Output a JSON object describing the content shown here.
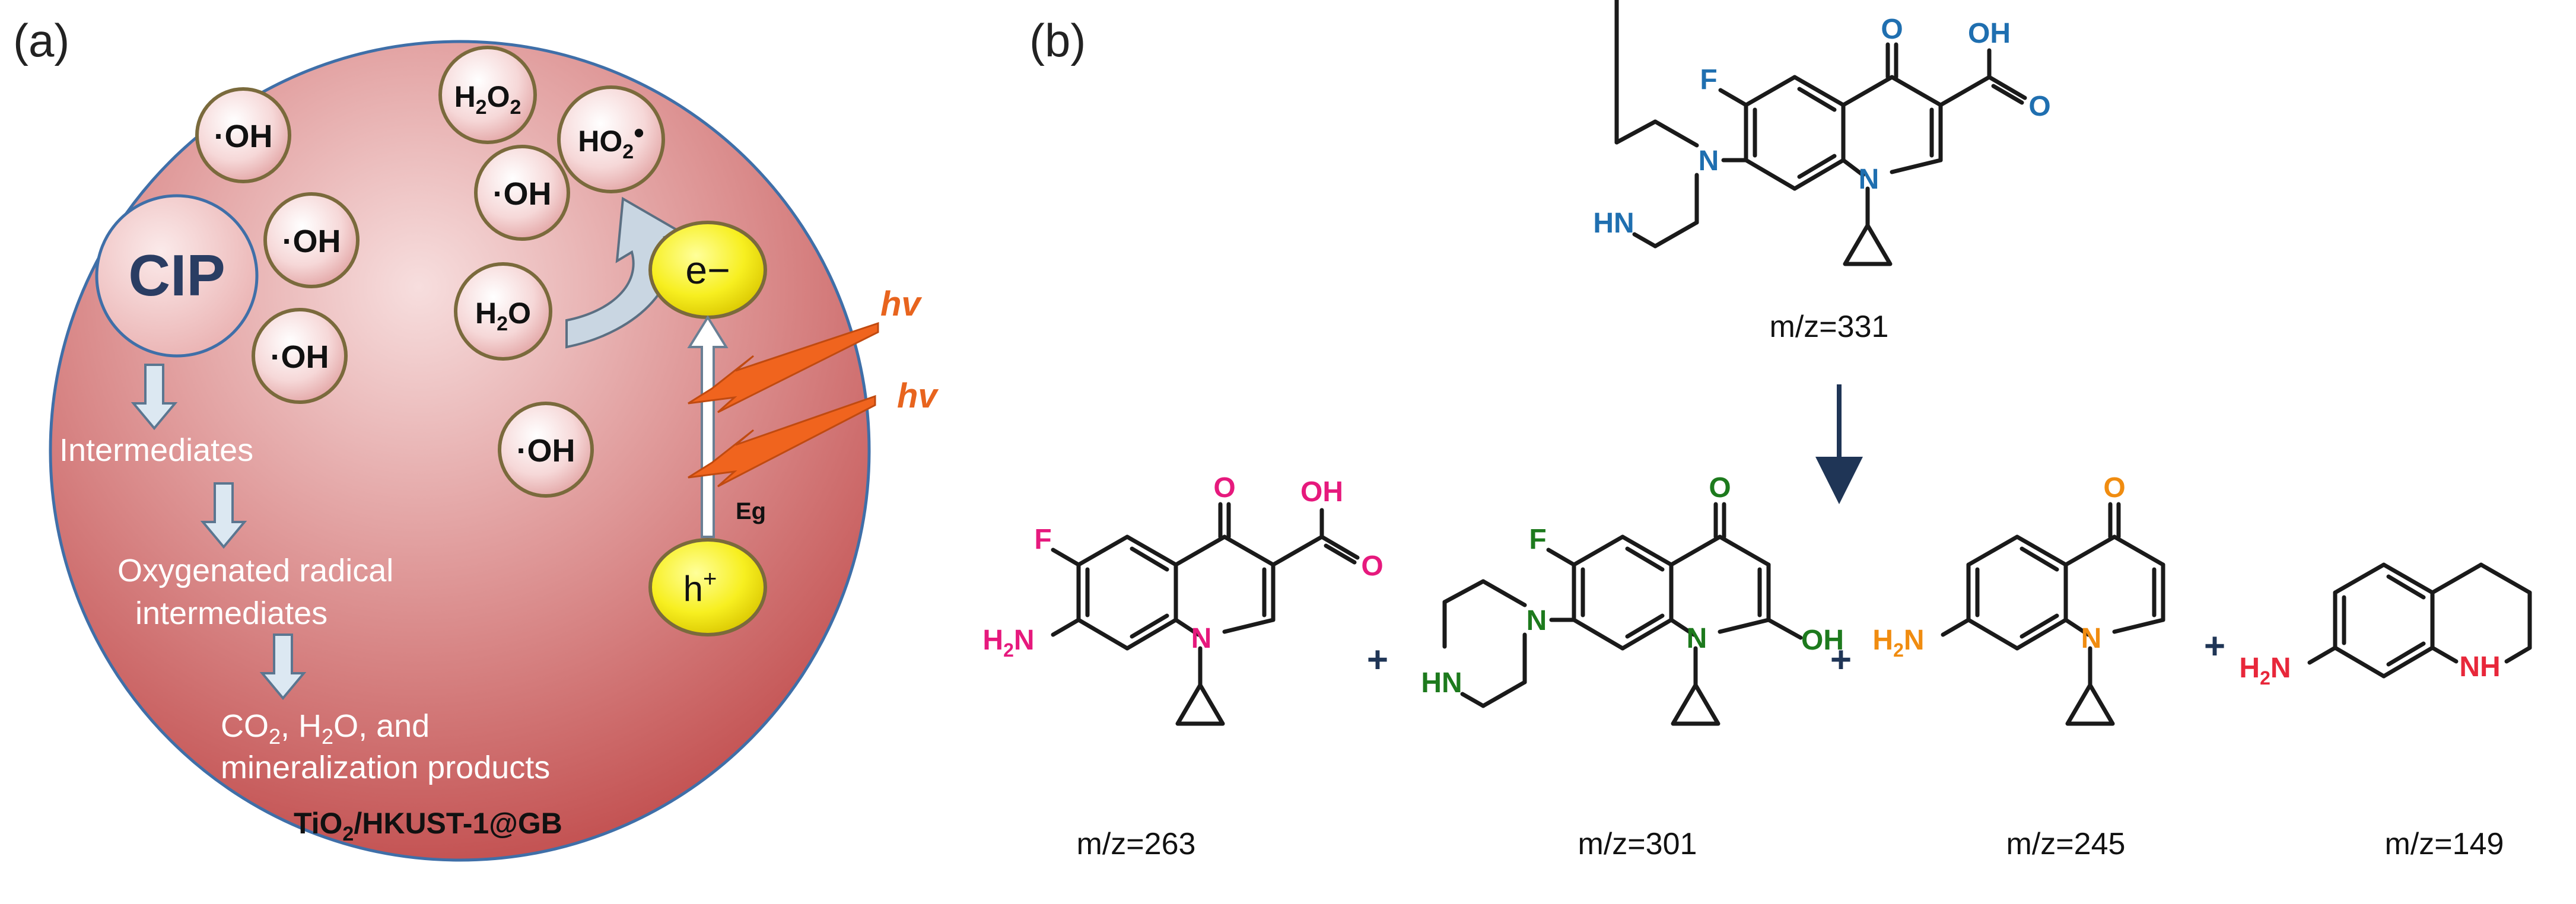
{
  "panel_a": {
    "label": "(a)",
    "cip": "CIP",
    "oh": "·OH",
    "h2o2": [
      "H",
      "2",
      "O",
      "2"
    ],
    "ho2": [
      "HO",
      "2",
      "•"
    ],
    "h2o": [
      "H",
      "2",
      "O"
    ],
    "electron": "e−",
    "hole": [
      "h",
      "+"
    ],
    "hv": "hv",
    "eg": "Eg",
    "steps": [
      "Intermediates",
      "Oxygenated radical",
      "intermediates"
    ],
    "products": [
      "CO",
      "2",
      ", H",
      "2",
      "O, and",
      "mineralization products"
    ],
    "catalyst": [
      "TiO",
      "2",
      "/HKUST-1@GB"
    ]
  },
  "panel_b": {
    "label": "(b)",
    "parent_mz": "m/z=331",
    "plus": "+",
    "product_mz": [
      "m/z=263",
      "m/z=301",
      "m/z=245",
      "m/z=149"
    ],
    "atoms": {
      "F": "F",
      "O": "O",
      "OH": "OH",
      "N": "N",
      "HN": "HN",
      "NH": "NH",
      "H": "H",
      "two": "2"
    }
  },
  "colors": {
    "blue": "#1f6fb0",
    "magenta": "#e6197d",
    "green": "#1d7a1d",
    "orange": "#f08c10",
    "red": "#e8273a",
    "navy": "#1f3556",
    "hv": "#e8641e",
    "sphere": "#c85a5a"
  }
}
